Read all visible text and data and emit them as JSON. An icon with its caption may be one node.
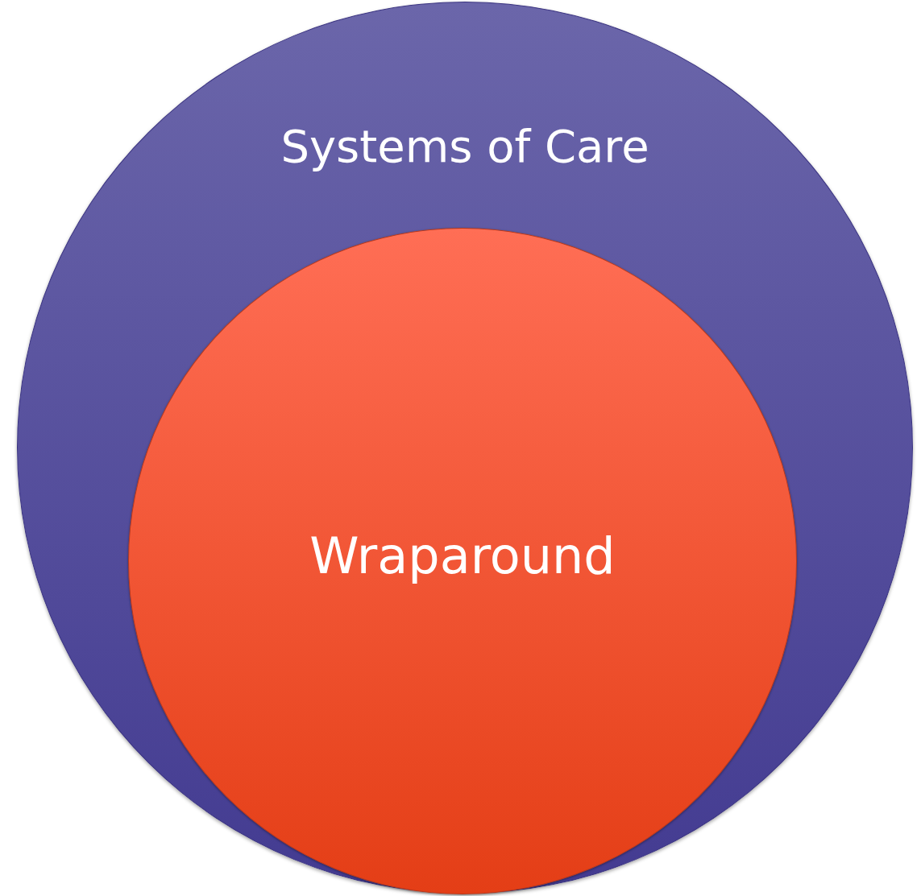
{
  "diagram": {
    "nodes": [
      {
        "text": [
          "Systems of Care"
        ]
      },
      {
        "text": [
          "Wraparound"
        ],
        "in": 0
      }
    ]
  }
}
